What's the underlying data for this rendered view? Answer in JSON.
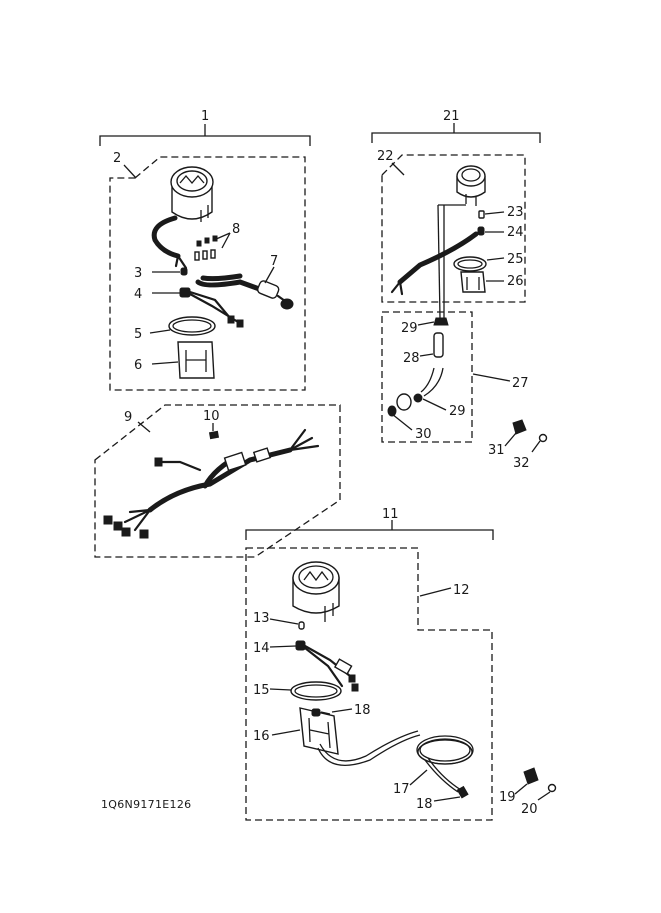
{
  "diagram": {
    "drawing_code": "1Q6N9171E126",
    "callouts": {
      "c1": "1",
      "c2": "2",
      "c3": "3",
      "c4": "4",
      "c5": "5",
      "c6": "6",
      "c7": "7",
      "c8": "8",
      "c9": "9",
      "c10": "10",
      "c11": "11",
      "c12": "12",
      "c13": "13",
      "c14": "14",
      "c15": "15",
      "c16": "16",
      "c18a": "18",
      "c17": "17",
      "c18b": "18",
      "c19": "19",
      "c20": "20",
      "c21": "21",
      "c22": "22",
      "c23": "23",
      "c24": "24",
      "c25": "25",
      "c26": "26",
      "c27": "27",
      "c28": "28",
      "c29a": "29",
      "c29b": "29",
      "c30": "30",
      "c31": "31",
      "c32": "32"
    }
  }
}
